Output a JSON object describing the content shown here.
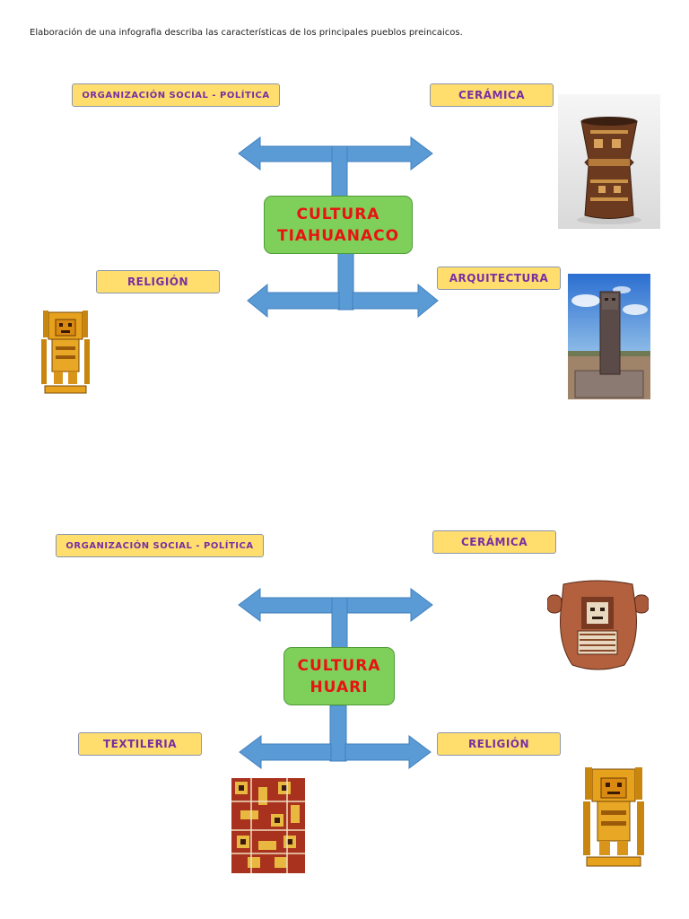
{
  "intro": "Elaboración de una infografia describa las características de los principales pueblos preincaicos.",
  "colors": {
    "label_bg": "#ffde6e",
    "label_text": "#7a2fa0",
    "center_bg": "#7ed05a",
    "center_text": "#e81313",
    "arrow": "#5b9bd5"
  },
  "tiahuanaco": {
    "title_line1": "CULTURA",
    "title_line2": "TIAHUANACO",
    "labels": {
      "organizacion": "ORGANIZACIÓN SOCIAL - POLÍTICA",
      "ceramica": "CERÁMICA",
      "religion": "RELIGIÓN",
      "arquitectura": "ARQUITECTURA"
    }
  },
  "huari": {
    "title_line1": "CULTURA",
    "title_line2": "HUARI",
    "labels": {
      "organizacion": "ORGANIZACIÓN SOCIAL - POLÍTICA",
      "ceramica": "CERÁMICA",
      "textileria": "TEXTILERIA",
      "religion": "RELIGIÓN"
    }
  }
}
